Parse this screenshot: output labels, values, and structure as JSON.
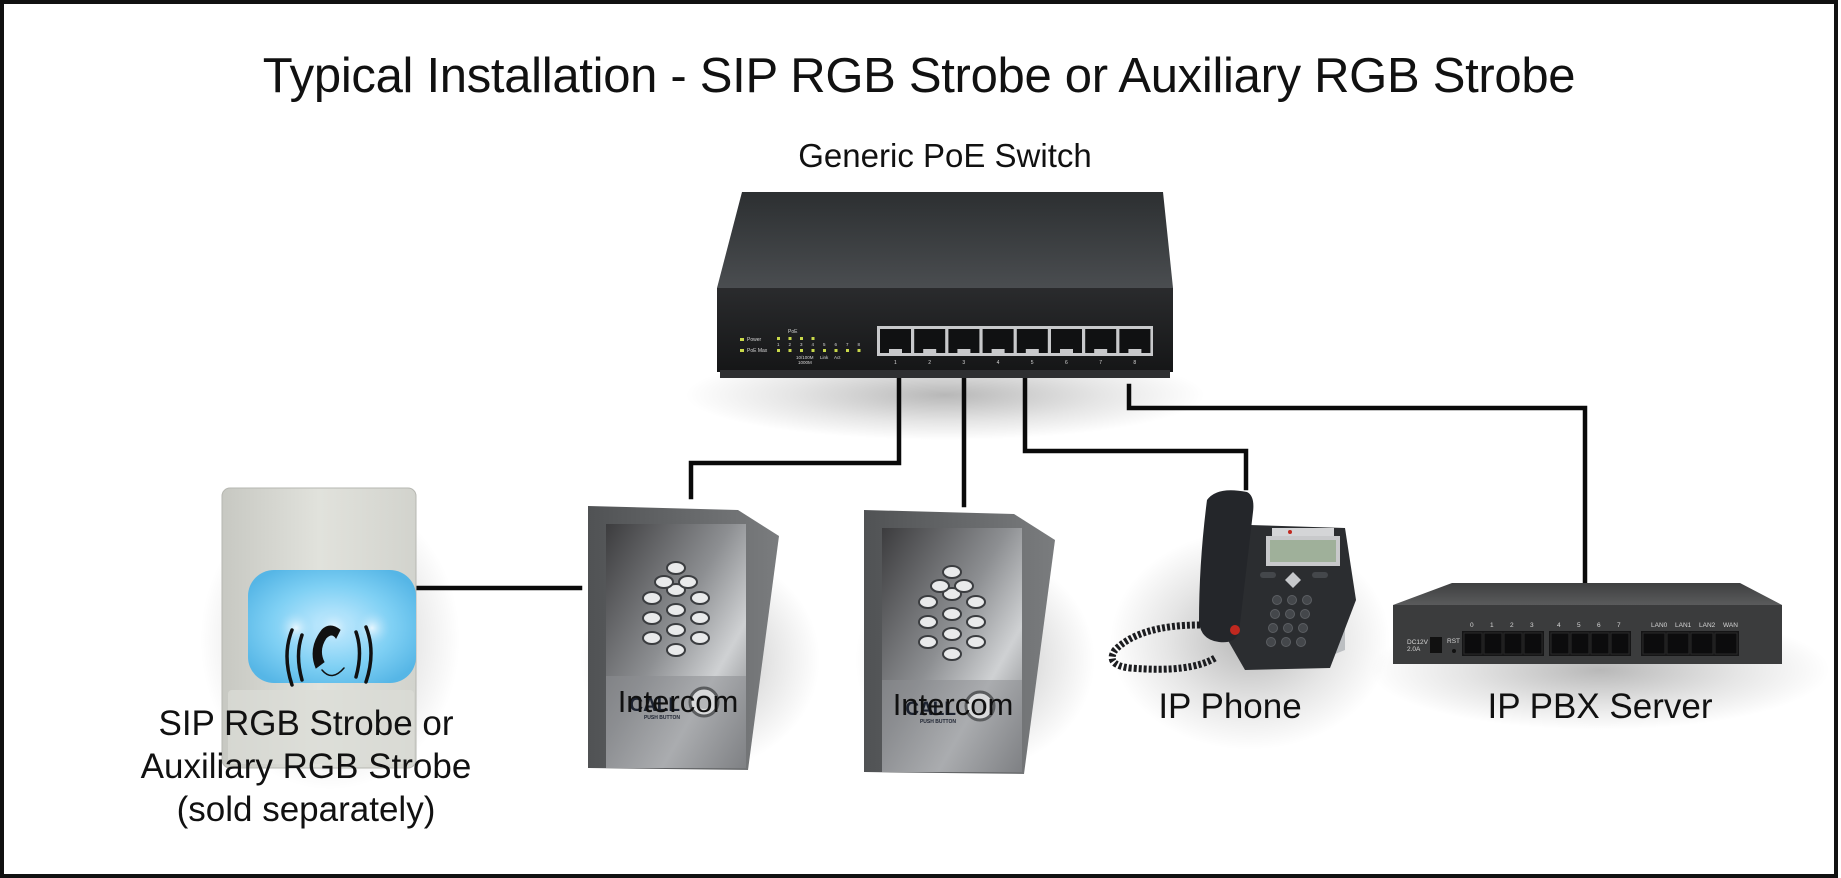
{
  "diagram": {
    "title": "Typical Installation - SIP RGB Strobe or Auxiliary RGB Strobe",
    "devices": {
      "switch": {
        "label": "Generic PoE Switch",
        "indicators": {
          "power": "Power",
          "poe_max": "PoE Max",
          "poe": "PoE",
          "speed_100": "10/100M",
          "speed_1000": "1000M",
          "link": "Link",
          "act": "Act"
        },
        "led_numbers": [
          "1",
          "2",
          "3",
          "4",
          "5",
          "6",
          "7",
          "8"
        ],
        "port_numbers": [
          "1",
          "2",
          "3",
          "4",
          "5",
          "6",
          "7",
          "8"
        ],
        "led_color": "#c9d94a"
      },
      "strobe": {
        "label_line1": "SIP RGB Strobe or",
        "label_line2": "Auxiliary RGB Strobe",
        "label_line3": "(sold separately)",
        "lens_color": "#7fd0f4"
      },
      "intercom_1": {
        "label": "Intercom",
        "call_text": "CALL",
        "button_text": "PUSH BUTTON"
      },
      "intercom_2": {
        "label": "Intercom",
        "call_text": "CALL",
        "button_text": "PUSH BUTTON"
      },
      "phone": {
        "label": "IP Phone"
      },
      "pbx": {
        "label": "IP PBX Server",
        "power_text": "DC12V",
        "power_amps": "2.0A",
        "reset_text": "RST",
        "fxs_group_a": [
          "0",
          "1",
          "2",
          "3"
        ],
        "fxs_group_b": [
          "4",
          "5",
          "6",
          "7"
        ],
        "network_ports": [
          "LAN0",
          "LAN1",
          "LAN2",
          "WAN"
        ]
      }
    },
    "connections": [
      {
        "from": "switch port 1",
        "to": "Intercom"
      },
      {
        "from": "switch port 3",
        "to": "Intercom"
      },
      {
        "from": "switch port 5",
        "to": "IP Phone"
      },
      {
        "from": "switch port 8",
        "to": "IP PBX Server"
      },
      {
        "from": "Intercom",
        "to": "SIP RGB Strobe or Auxiliary RGB Strobe"
      }
    ]
  }
}
